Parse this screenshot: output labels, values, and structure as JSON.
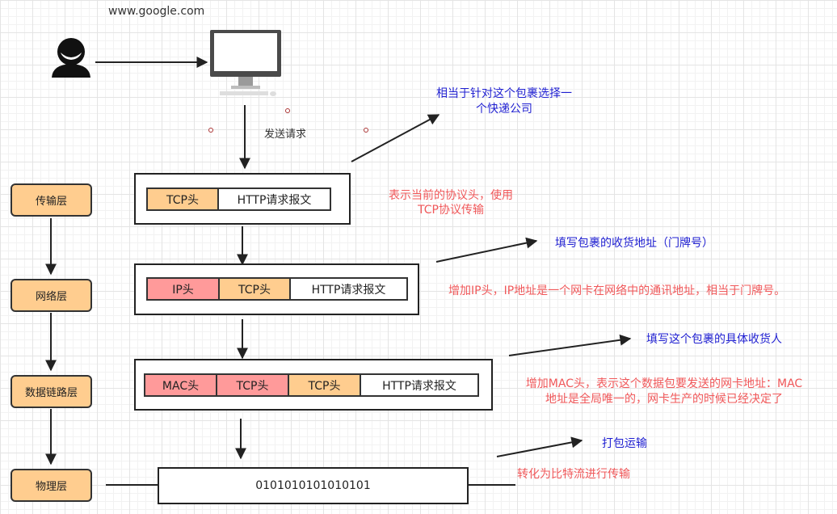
{
  "top": {
    "url": "www.google.com",
    "send_request": "发送请求"
  },
  "layers": {
    "transport": "传输层",
    "network": "网络层",
    "datalink": "数据链路层",
    "physical": "物理层"
  },
  "packets": {
    "transport": [
      "TCP头",
      "HTTP请求报文"
    ],
    "network": [
      "IP头",
      "TCP头",
      "HTTP请求报文"
    ],
    "datalink": [
      "MAC头",
      "TCP头",
      "TCP头",
      "HTTP请求报文"
    ],
    "physical": "0101010101010101"
  },
  "notes": {
    "courier_line1": "相当于针对这个包裹选择一",
    "courier_line2": "个快递公司",
    "transport_line1": "表示当前的协议头，使用",
    "transport_line2": "TCP协议传输",
    "address": "填写包裹的收货地址（门牌号）",
    "ip_desc": "增加IP头，IP地址是一个网卡在网络中的通讯地址，相当于门牌号。",
    "recipient": "填写这个包裹的具体收货人",
    "mac_line1": "增加MAC头，表示这个数据包要发送的网卡地址：MAC",
    "mac_line2": "地址是全局唯一的，网卡生产的时候已经决定了",
    "pack": "打包运输",
    "bitstream": "转化为比特流进行传输"
  },
  "colors": {
    "layer_fill": "#ffcd8f",
    "tcp_fill": "#ffcd8f",
    "ip_mac_fill": "#ff9a9a",
    "note_blue": "#1f1fd1",
    "note_red": "#f0585a"
  },
  "icons": {
    "user": "user-icon",
    "computer": "computer-icon"
  }
}
